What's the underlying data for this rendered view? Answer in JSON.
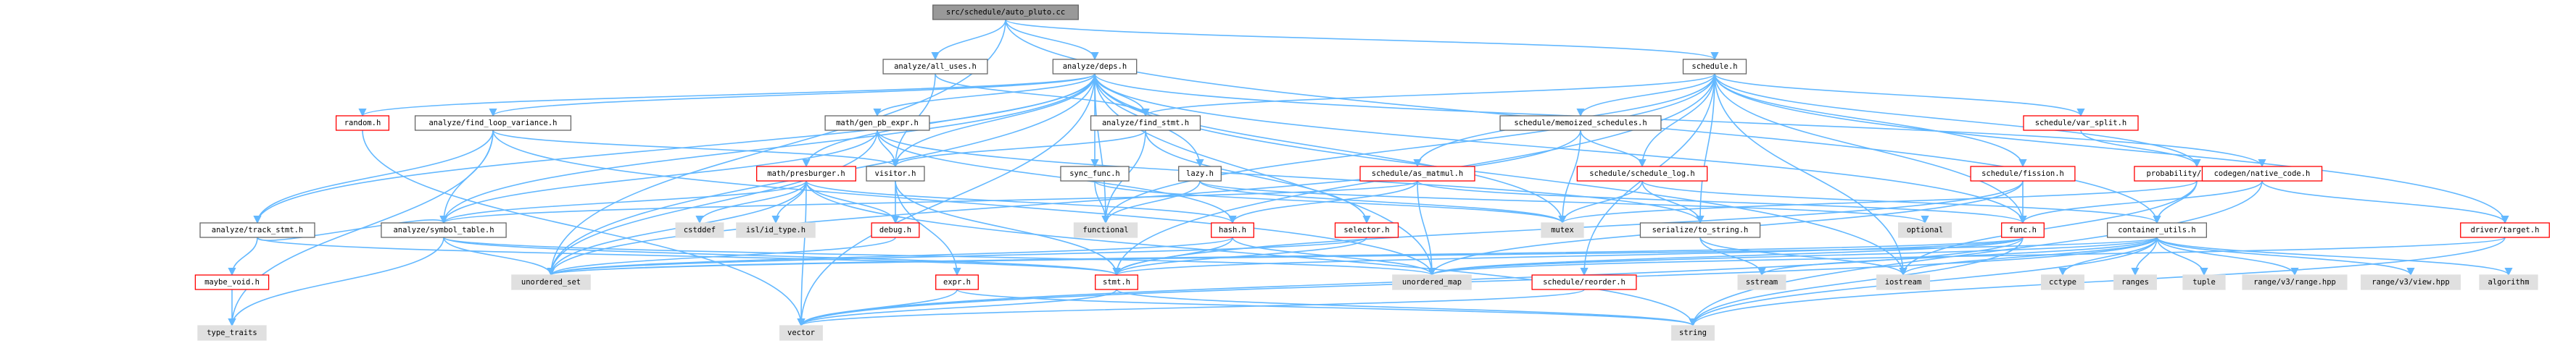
{
  "diagram": {
    "colors": {
      "root_fill": "#999999",
      "root_border": "#666666",
      "internal_fill": "#ffffff",
      "internal_border": "#666666",
      "truncated_border": "#ff0000",
      "external_fill": "#e0e0e0",
      "external_border": "#e0e0e0",
      "edge": "#63b8ff"
    },
    "nodes": [
      {
        "id": "auto_pluto",
        "label": "src/schedule/auto_pluto.cc",
        "kind": "root"
      },
      {
        "id": "all_uses",
        "label": "analyze/all_uses.h",
        "kind": "internal"
      },
      {
        "id": "deps",
        "label": "analyze/deps.h",
        "kind": "internal"
      },
      {
        "id": "schedule",
        "label": "schedule.h",
        "kind": "internal"
      },
      {
        "id": "random",
        "label": "random.h",
        "kind": "truncated"
      },
      {
        "id": "find_loop_variance",
        "label": "analyze/find_loop_variance.h",
        "kind": "internal"
      },
      {
        "id": "gen_pb_expr",
        "label": "math/gen_pb_expr.h",
        "kind": "internal"
      },
      {
        "id": "find_stmt",
        "label": "analyze/find_stmt.h",
        "kind": "internal"
      },
      {
        "id": "memoized",
        "label": "schedule/memoized_schedules.h",
        "kind": "internal"
      },
      {
        "id": "var_split",
        "label": "schedule/var_split.h",
        "kind": "truncated"
      },
      {
        "id": "visitor",
        "label": "visitor.h",
        "kind": "internal"
      },
      {
        "id": "sync_func",
        "label": "sync_func.h",
        "kind": "internal"
      },
      {
        "id": "lazy",
        "label": "lazy.h",
        "kind": "internal"
      },
      {
        "id": "presburger",
        "label": "math/presburger.h",
        "kind": "truncated"
      },
      {
        "id": "as_matmul",
        "label": "schedule/as_matmul.h",
        "kind": "truncated"
      },
      {
        "id": "schedule_log",
        "label": "schedule/schedule_log.h",
        "kind": "truncated"
      },
      {
        "id": "fission",
        "label": "schedule/fission.h",
        "kind": "truncated"
      },
      {
        "id": "rand_ctx",
        "label": "probability/rand_ctx.h",
        "kind": "truncated"
      },
      {
        "id": "native_code",
        "label": "codegen/native_code.h",
        "kind": "truncated"
      },
      {
        "id": "track_stmt",
        "label": "analyze/track_stmt.h",
        "kind": "internal"
      },
      {
        "id": "symbol_table",
        "label": "analyze/symbol_table.h",
        "kind": "internal"
      },
      {
        "id": "cstddef",
        "label": "cstddef",
        "kind": "external"
      },
      {
        "id": "isl_id_type",
        "label": "isl/id_type.h",
        "kind": "external"
      },
      {
        "id": "debug",
        "label": "debug.h",
        "kind": "truncated"
      },
      {
        "id": "functional",
        "label": "functional",
        "kind": "external"
      },
      {
        "id": "hash",
        "label": "hash.h",
        "kind": "truncated"
      },
      {
        "id": "selector",
        "label": "selector.h",
        "kind": "truncated"
      },
      {
        "id": "mutex",
        "label": "mutex",
        "kind": "external"
      },
      {
        "id": "serialize",
        "label": "serialize/to_string.h",
        "kind": "internal"
      },
      {
        "id": "optional",
        "label": "optional",
        "kind": "external"
      },
      {
        "id": "func",
        "label": "func.h",
        "kind": "truncated"
      },
      {
        "id": "container_utils",
        "label": "container_utils.h",
        "kind": "internal"
      },
      {
        "id": "driver_target",
        "label": "driver/target.h",
        "kind": "truncated"
      },
      {
        "id": "maybe_void",
        "label": "maybe_void.h",
        "kind": "truncated"
      },
      {
        "id": "unordered_set",
        "label": "unordered_set",
        "kind": "external"
      },
      {
        "id": "expr",
        "label": "expr.h",
        "kind": "truncated"
      },
      {
        "id": "stmt",
        "label": "stmt.h",
        "kind": "truncated"
      },
      {
        "id": "unordered_map",
        "label": "unordered_map",
        "kind": "external"
      },
      {
        "id": "reorder",
        "label": "schedule/reorder.h",
        "kind": "truncated"
      },
      {
        "id": "sstream",
        "label": "sstream",
        "kind": "external"
      },
      {
        "id": "iostream",
        "label": "iostream",
        "kind": "external"
      },
      {
        "id": "cctype",
        "label": "cctype",
        "kind": "external"
      },
      {
        "id": "ranges",
        "label": "ranges",
        "kind": "external"
      },
      {
        "id": "tuple",
        "label": "tuple",
        "kind": "external"
      },
      {
        "id": "range_v3_range",
        "label": "range/v3/range.hpp",
        "kind": "external"
      },
      {
        "id": "range_v3_view",
        "label": "range/v3/view.hpp",
        "kind": "external"
      },
      {
        "id": "algorithm",
        "label": "algorithm",
        "kind": "external"
      },
      {
        "id": "type_traits",
        "label": "type_traits",
        "kind": "external"
      },
      {
        "id": "vector",
        "label": "vector",
        "kind": "external"
      },
      {
        "id": "string",
        "label": "string",
        "kind": "external"
      }
    ],
    "edges": [
      [
        "auto_pluto",
        "all_uses"
      ],
      [
        "auto_pluto",
        "deps"
      ],
      [
        "auto_pluto",
        "schedule"
      ],
      [
        "auto_pluto",
        "container_utils"
      ],
      [
        "auto_pluto",
        "unordered_set"
      ],
      [
        "all_uses",
        "find_stmt"
      ],
      [
        "all_uses",
        "visitor"
      ],
      [
        "deps",
        "random"
      ],
      [
        "deps",
        "find_loop_variance"
      ],
      [
        "deps",
        "gen_pb_expr"
      ],
      [
        "deps",
        "find_stmt"
      ],
      [
        "deps",
        "visitor"
      ],
      [
        "deps",
        "sync_func"
      ],
      [
        "deps",
        "lazy"
      ],
      [
        "deps",
        "presburger"
      ],
      [
        "deps",
        "track_stmt"
      ],
      [
        "deps",
        "symbol_table"
      ],
      [
        "deps",
        "functional"
      ],
      [
        "deps",
        "mutex"
      ],
      [
        "deps",
        "func"
      ],
      [
        "deps",
        "unordered_map"
      ],
      [
        "deps",
        "unordered_set"
      ],
      [
        "deps",
        "vector"
      ],
      [
        "deps",
        "iostream"
      ],
      [
        "deps",
        "native_code"
      ],
      [
        "schedule",
        "find_stmt"
      ],
      [
        "schedule",
        "memoized"
      ],
      [
        "schedule",
        "var_split"
      ],
      [
        "schedule",
        "as_matmul"
      ],
      [
        "schedule",
        "schedule_log"
      ],
      [
        "schedule",
        "fission"
      ],
      [
        "schedule",
        "rand_ctx"
      ],
      [
        "schedule",
        "driver_target"
      ],
      [
        "schedule",
        "func"
      ],
      [
        "schedule",
        "functional"
      ],
      [
        "schedule",
        "serialize"
      ],
      [
        "schedule",
        "reorder"
      ],
      [
        "schedule",
        "iostream"
      ],
      [
        "schedule",
        "stmt"
      ],
      [
        "random",
        "vector"
      ],
      [
        "find_loop_variance",
        "symbol_table"
      ],
      [
        "find_loop_variance",
        "track_stmt"
      ],
      [
        "find_loop_variance",
        "visitor"
      ],
      [
        "find_loop_variance",
        "unordered_map"
      ],
      [
        "find_loop_variance",
        "type_traits"
      ],
      [
        "gen_pb_expr",
        "visitor"
      ],
      [
        "gen_pb_expr",
        "symbol_table"
      ],
      [
        "gen_pb_expr",
        "hash"
      ],
      [
        "gen_pb_expr",
        "unordered_set"
      ],
      [
        "gen_pb_expr",
        "serialize"
      ],
      [
        "find_stmt",
        "visitor"
      ],
      [
        "find_stmt",
        "selector"
      ],
      [
        "find_stmt",
        "functional"
      ],
      [
        "memoized",
        "schedule_log"
      ],
      [
        "memoized",
        "mutex"
      ],
      [
        "memoized",
        "unordered_set"
      ],
      [
        "var_split",
        "rand_ctx"
      ],
      [
        "visitor",
        "debug"
      ],
      [
        "visitor",
        "expr"
      ],
      [
        "visitor",
        "stmt"
      ],
      [
        "sync_func",
        "functional"
      ],
      [
        "sync_func",
        "mutex"
      ],
      [
        "lazy",
        "functional"
      ],
      [
        "lazy",
        "mutex"
      ],
      [
        "lazy",
        "optional"
      ],
      [
        "presburger",
        "cstddef"
      ],
      [
        "presburger",
        "isl_id_type"
      ],
      [
        "presburger",
        "debug"
      ],
      [
        "presburger",
        "hash"
      ],
      [
        "presburger",
        "unordered_set"
      ],
      [
        "presburger",
        "vector"
      ],
      [
        "presburger",
        "string"
      ],
      [
        "presburger",
        "symbol_table"
      ],
      [
        "as_matmul",
        "symbol_table"
      ],
      [
        "as_matmul",
        "hash"
      ],
      [
        "as_matmul",
        "func"
      ],
      [
        "as_matmul",
        "unordered_map"
      ],
      [
        "schedule_log",
        "serialize"
      ],
      [
        "schedule_log",
        "mutex"
      ],
      [
        "schedule_log",
        "container_utils"
      ],
      [
        "fission",
        "func"
      ],
      [
        "fission",
        "stmt"
      ],
      [
        "fission",
        "unordered_map"
      ],
      [
        "rand_ctx",
        "mutex"
      ],
      [
        "rand_ctx",
        "container_utils"
      ],
      [
        "rand_ctx",
        "iostream"
      ],
      [
        "native_code",
        "func"
      ],
      [
        "native_code",
        "driver_target"
      ],
      [
        "native_code",
        "string"
      ],
      [
        "track_stmt",
        "maybe_void"
      ],
      [
        "track_stmt",
        "symbol_table"
      ],
      [
        "track_stmt",
        "stmt"
      ],
      [
        "symbol_table",
        "unordered_set"
      ],
      [
        "symbol_table",
        "unordered_map"
      ],
      [
        "symbol_table",
        "stmt"
      ],
      [
        "symbol_table",
        "type_traits"
      ],
      [
        "debug",
        "unordered_set"
      ],
      [
        "hash",
        "unordered_set"
      ],
      [
        "hash",
        "unordered_map"
      ],
      [
        "hash",
        "stmt"
      ],
      [
        "selector",
        "stmt"
      ],
      [
        "selector",
        "unordered_set"
      ],
      [
        "serialize",
        "sstream"
      ],
      [
        "serialize",
        "iostream"
      ],
      [
        "func",
        "stmt"
      ],
      [
        "func",
        "unordered_set"
      ],
      [
        "func",
        "unordered_map"
      ],
      [
        "func",
        "string"
      ],
      [
        "func",
        "vector"
      ],
      [
        "container_utils",
        "iostream"
      ],
      [
        "container_utils",
        "cctype"
      ],
      [
        "container_utils",
        "ranges"
      ],
      [
        "container_utils",
        "tuple"
      ],
      [
        "container_utils",
        "range_v3_range"
      ],
      [
        "container_utils",
        "range_v3_view"
      ],
      [
        "container_utils",
        "algorithm"
      ],
      [
        "container_utils",
        "unordered_map"
      ],
      [
        "container_utils",
        "unordered_set"
      ],
      [
        "container_utils",
        "vector"
      ],
      [
        "container_utils",
        "string"
      ],
      [
        "container_utils",
        "sstream"
      ],
      [
        "driver_target",
        "string"
      ],
      [
        "driver_target",
        "unordered_map"
      ],
      [
        "maybe_void",
        "type_traits"
      ],
      [
        "expr",
        "vector"
      ],
      [
        "expr",
        "string"
      ],
      [
        "stmt",
        "vector"
      ],
      [
        "stmt",
        "string"
      ],
      [
        "reorder",
        "vector"
      ]
    ]
  }
}
